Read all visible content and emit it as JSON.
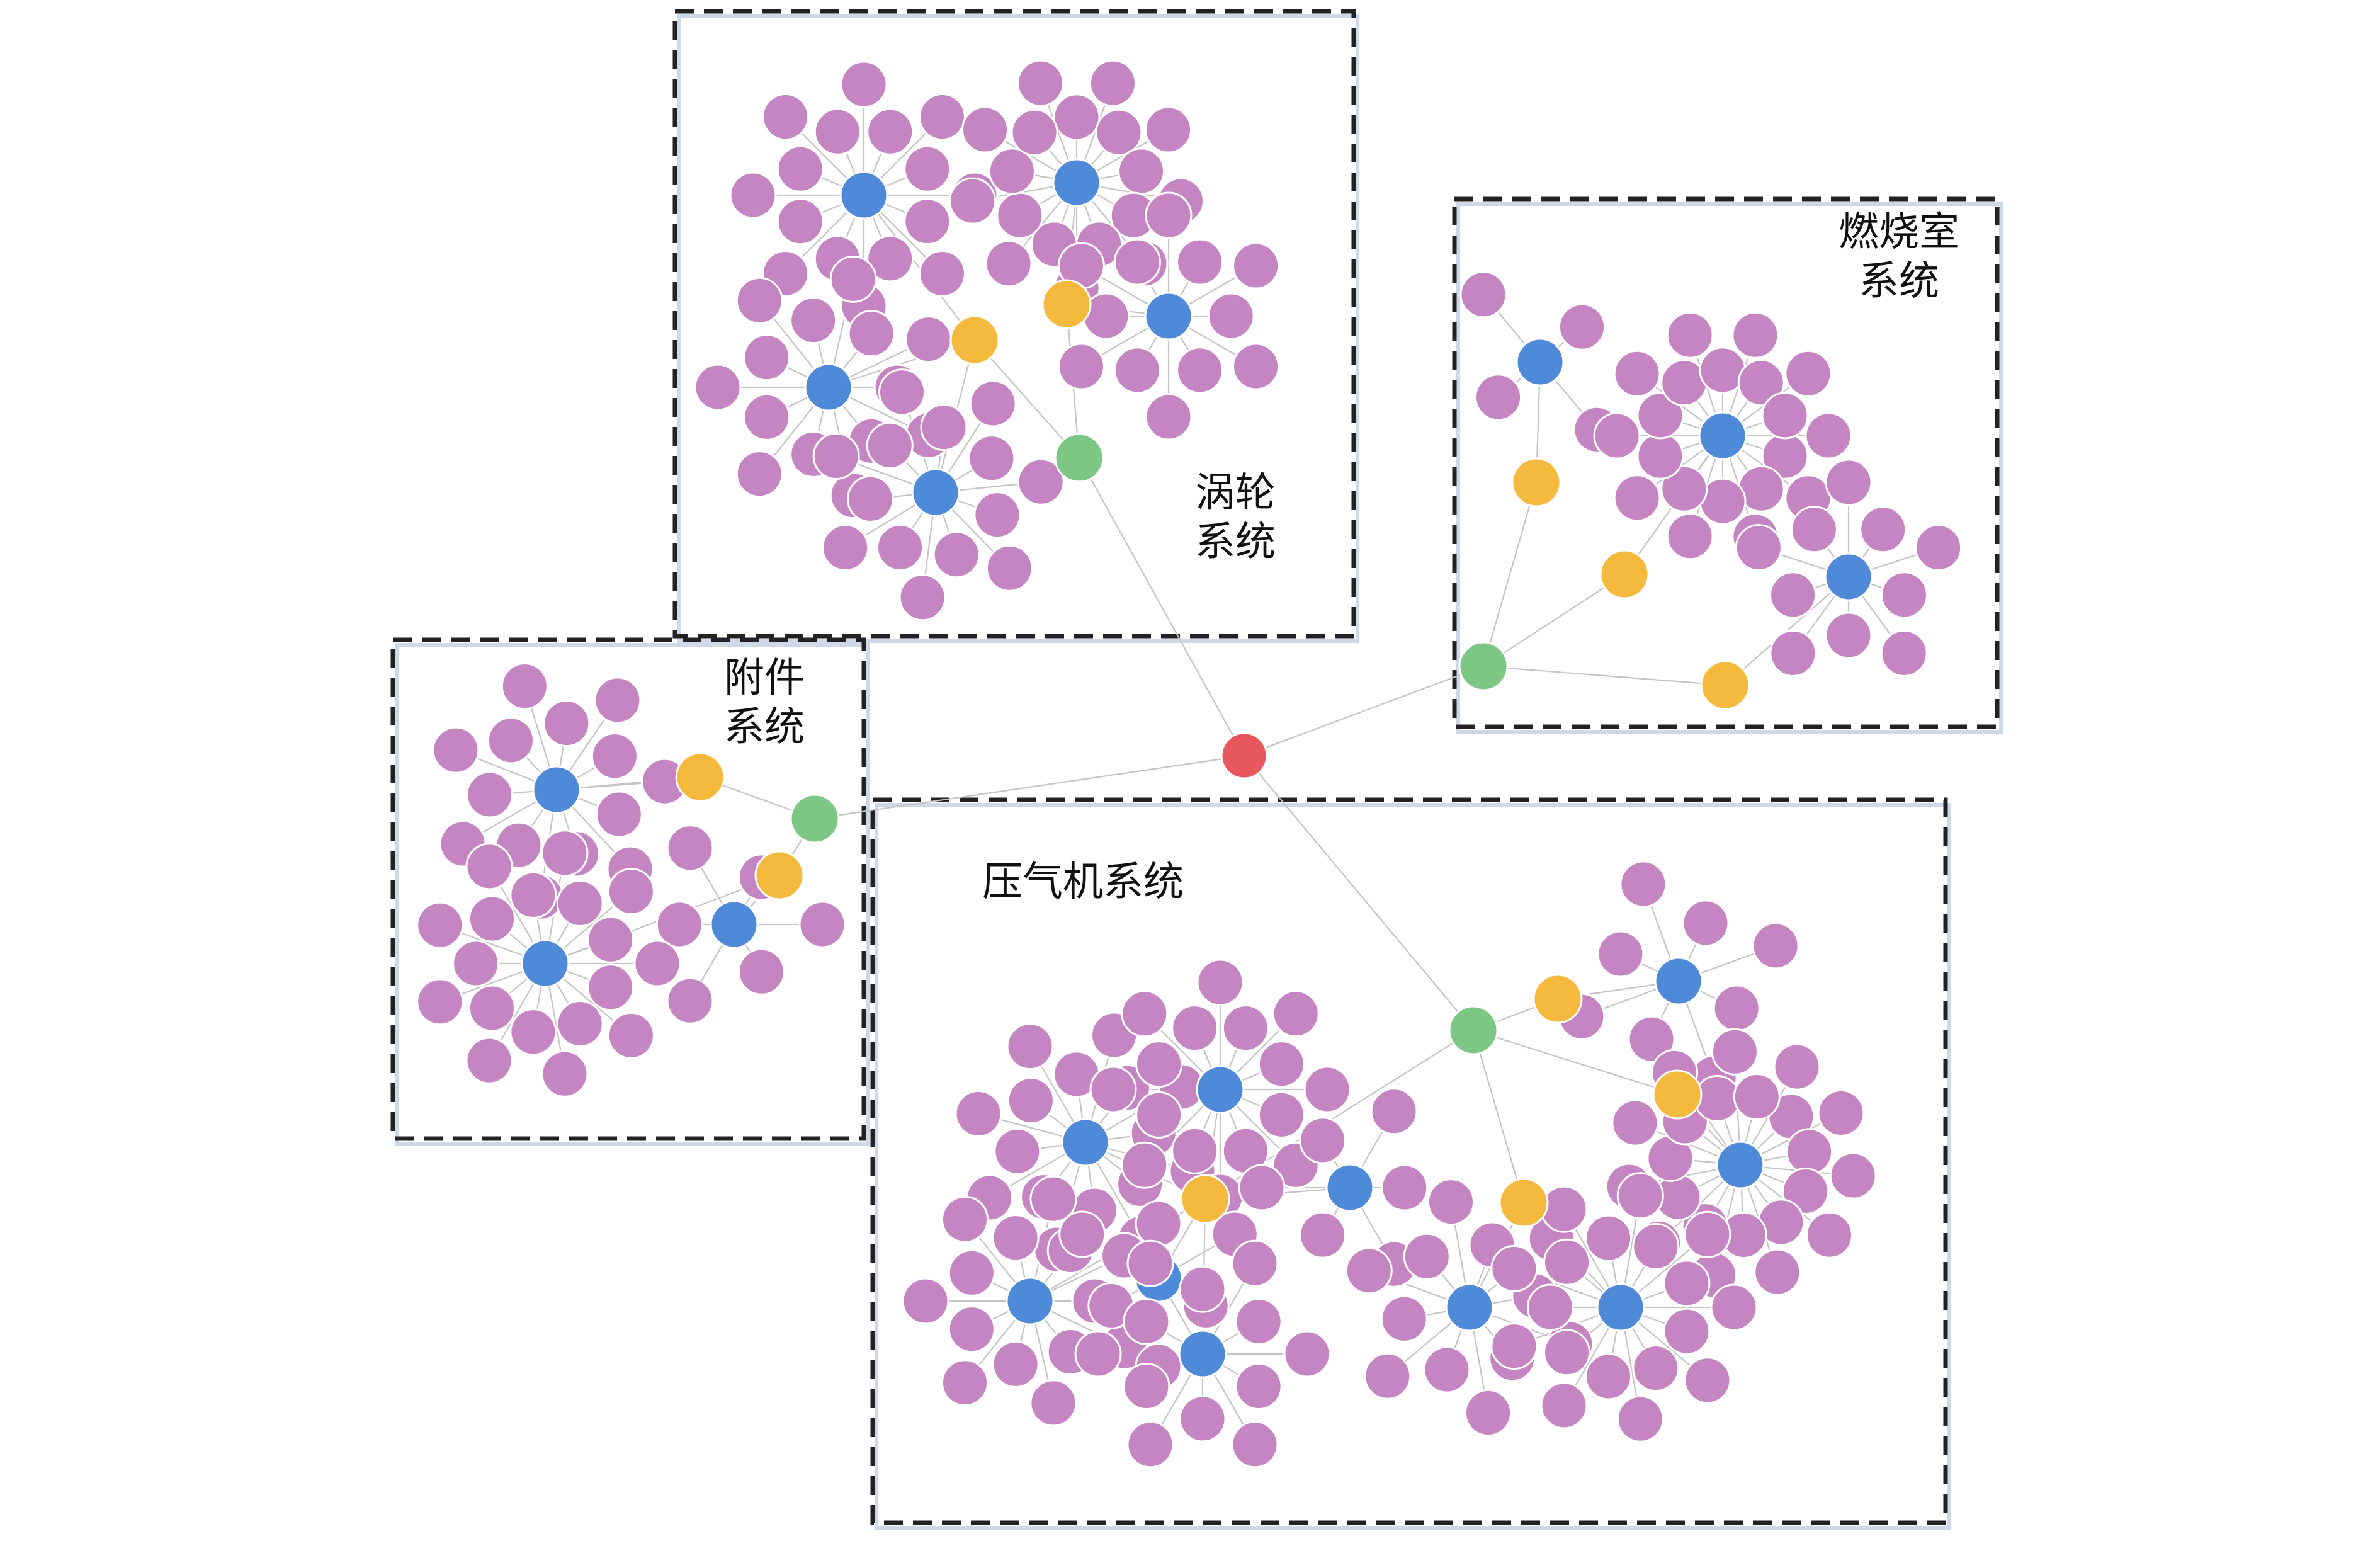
{
  "colors": {
    "root": "#e8575d",
    "system": "#7cc783",
    "subsystem": "#f5b93d",
    "component": "#4f8ad9",
    "part": "#c584c2",
    "node_stroke": "#ffffff",
    "edge": "#c4c4c4",
    "frame": "#222222",
    "frame_shadow": "#cfd8e8"
  },
  "groups": [
    {
      "id": "turbine",
      "label": "涡轮\n系统"
    },
    {
      "id": "combustor",
      "label": "燃烧室\n系统"
    },
    {
      "id": "accessory",
      "label": "附件\n系统"
    },
    {
      "id": "compressor",
      "label": "压气机系统"
    }
  ],
  "graph": {
    "root": "engine",
    "systems": [
      "turbine",
      "combustor",
      "accessory",
      "compressor"
    ],
    "legend": {
      "root": "root-node",
      "system": "system-node",
      "subsystem": "subsystem-node",
      "component": "component-node",
      "part": "part-node"
    }
  }
}
